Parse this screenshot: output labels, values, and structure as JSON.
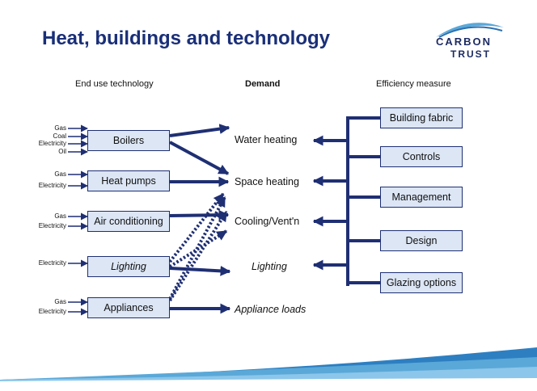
{
  "title": "Heat, buildings and technology",
  "logo": {
    "line1": "CARBON",
    "line2": "TRUST"
  },
  "headers": {
    "technology": "End use technology",
    "demand": "Demand",
    "efficiency": "Efficiency measure"
  },
  "technologies": [
    {
      "id": "boilers",
      "label": "Boilers",
      "italic": false,
      "inputs": [
        "Gas",
        "Coal",
        "Electricity",
        "Oil"
      ]
    },
    {
      "id": "heat-pumps",
      "label": "Heat pumps",
      "italic": false,
      "inputs": [
        "Gas",
        "Electricity"
      ]
    },
    {
      "id": "air-conditioning",
      "label": "Air conditioning",
      "italic": false,
      "inputs": [
        "Gas",
        "Electricity"
      ]
    },
    {
      "id": "lighting",
      "label": "Lighting",
      "italic": true,
      "inputs": [
        "Electricity"
      ]
    },
    {
      "id": "appliances",
      "label": "Appliances",
      "italic": false,
      "inputs": [
        "Gas",
        "Electricity"
      ]
    }
  ],
  "demands": [
    {
      "id": "water-heating",
      "label": "Water heating",
      "italic": false
    },
    {
      "id": "space-heating",
      "label": "Space heating",
      "italic": false
    },
    {
      "id": "cooling",
      "label": "Cooling/Vent'n",
      "italic": false
    },
    {
      "id": "lighting",
      "label": "Lighting",
      "italic": true
    },
    {
      "id": "appliance-loads",
      "label": "Appliance loads",
      "italic": true
    }
  ],
  "efficiency_measures": [
    {
      "id": "building-fabric",
      "label": "Building fabric"
    },
    {
      "id": "controls",
      "label": "Controls"
    },
    {
      "id": "management",
      "label": "Management"
    },
    {
      "id": "design",
      "label": "Design"
    },
    {
      "id": "glazing-options",
      "label": "Glazing options"
    }
  ],
  "colors": {
    "navy": "#1f2f73",
    "box_fill": "#dce6f5",
    "title": "#1a2f78"
  }
}
